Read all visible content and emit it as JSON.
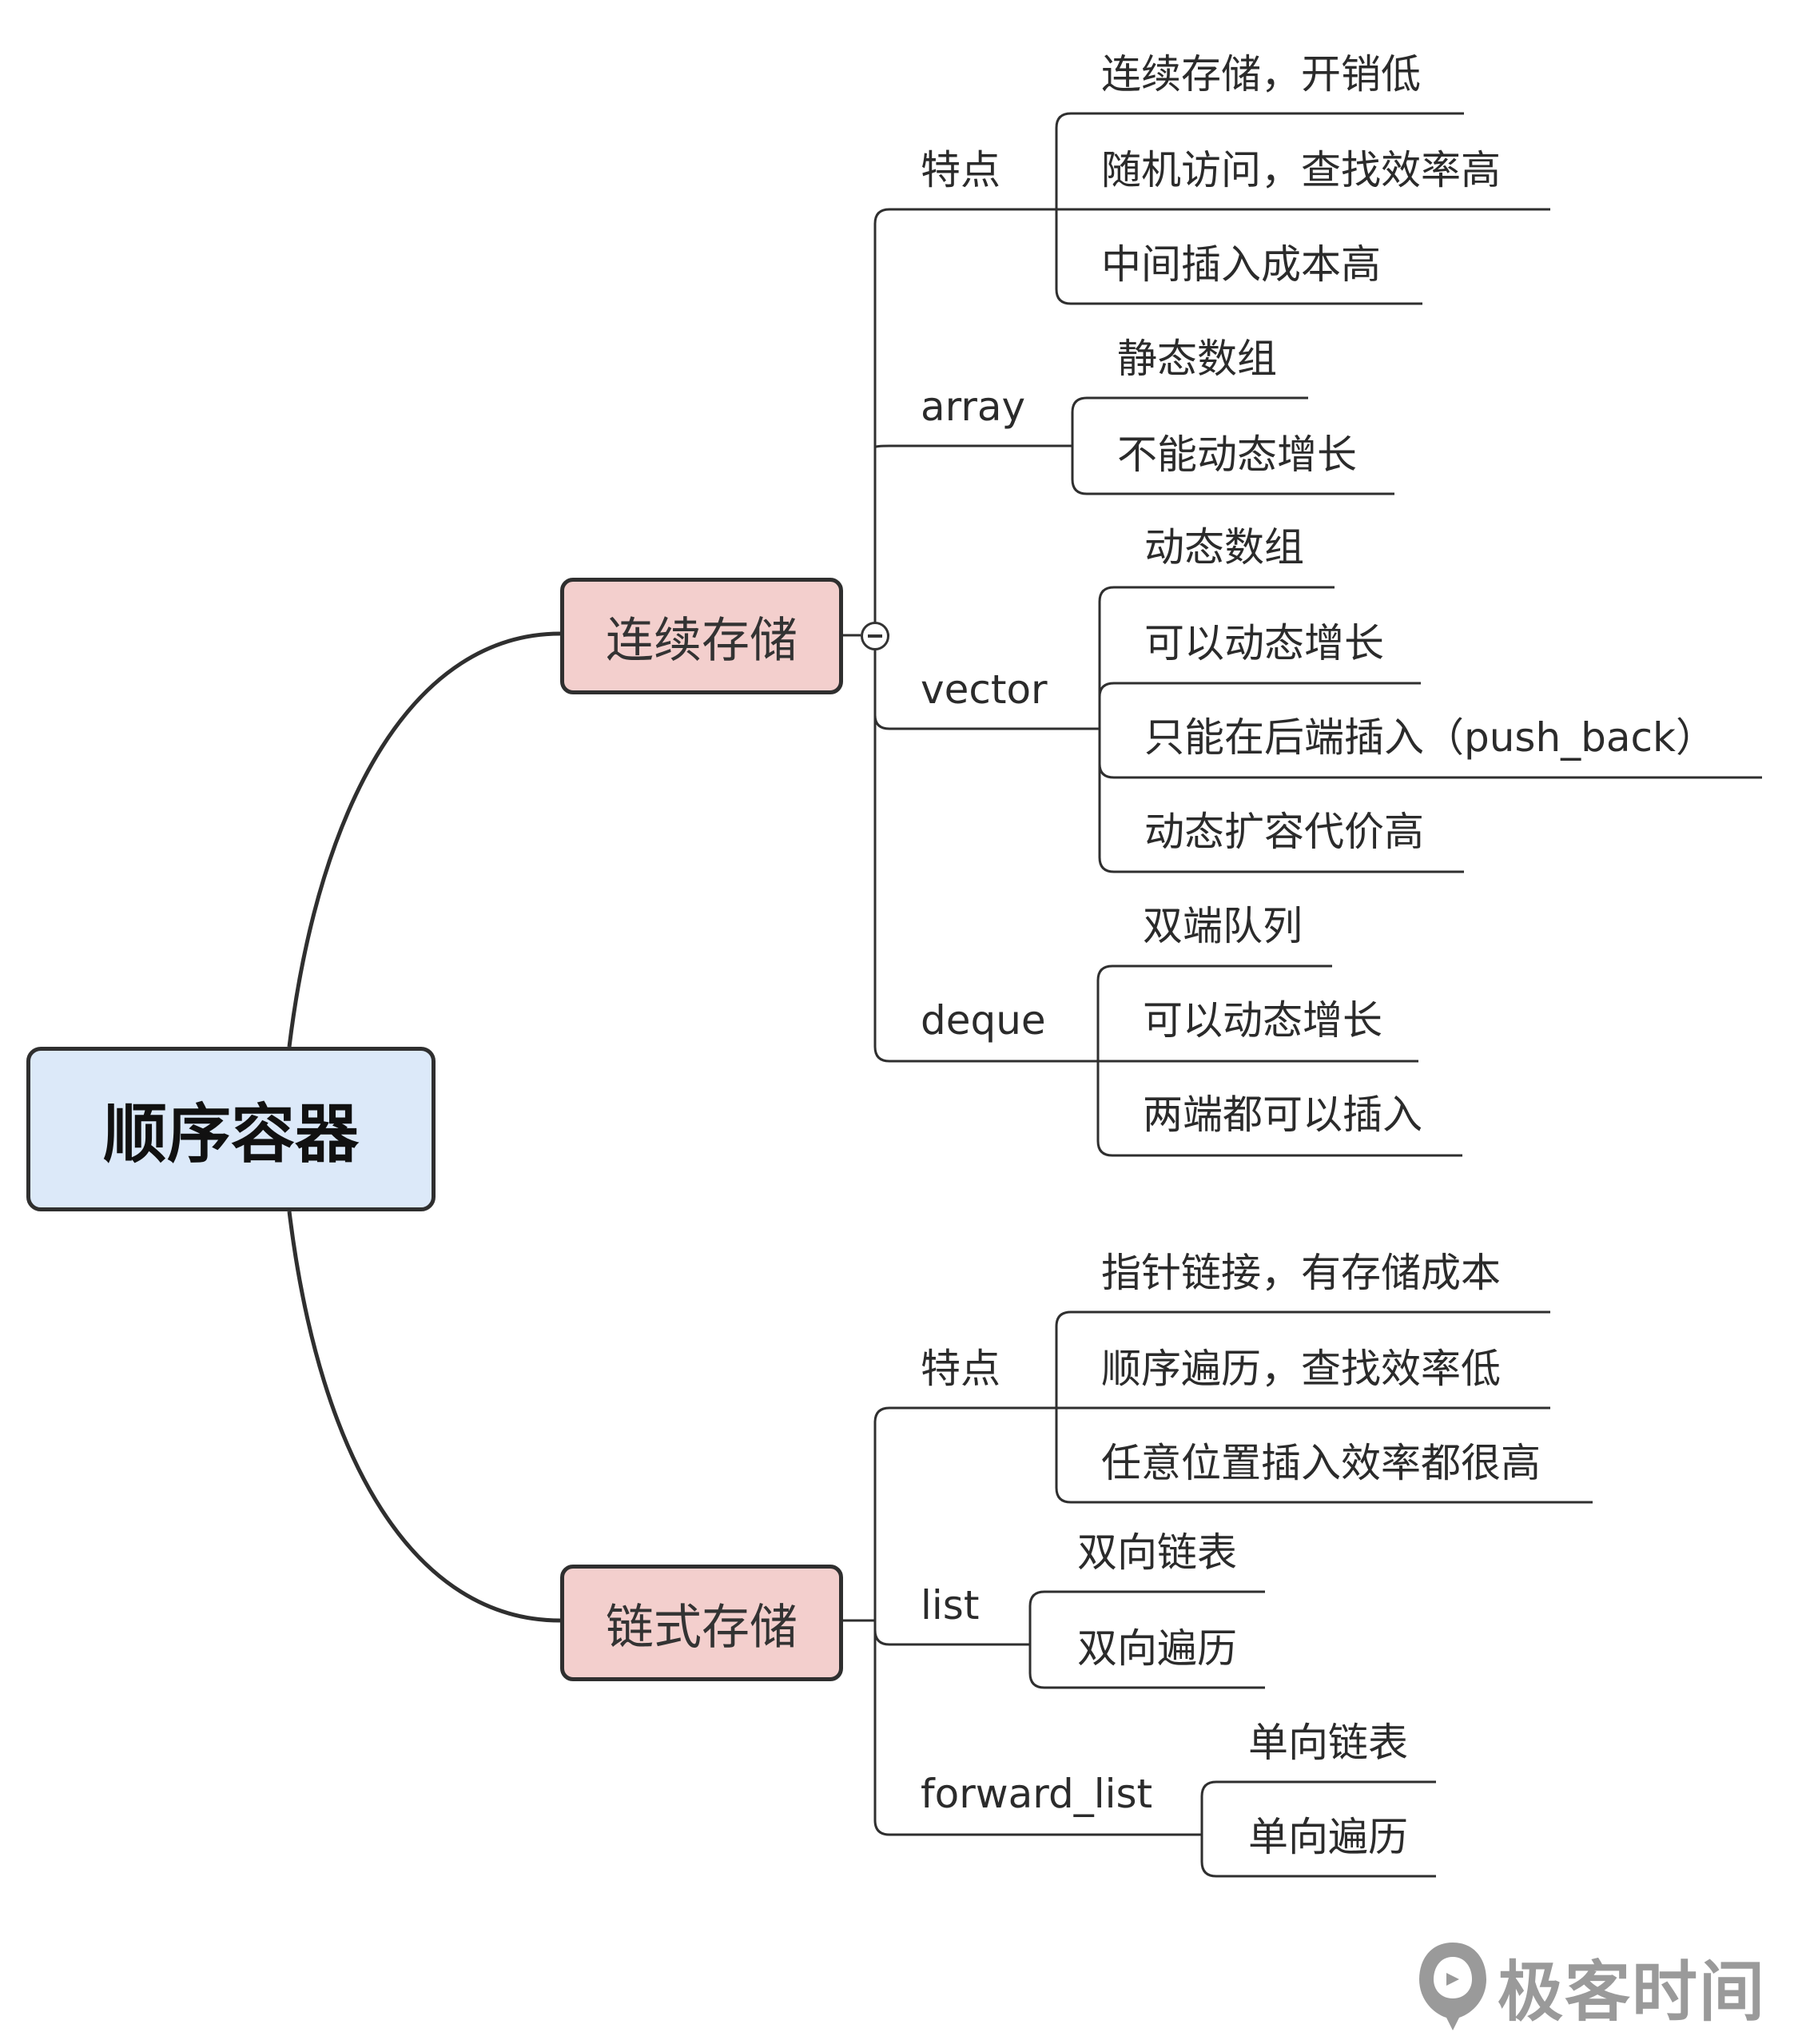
{
  "root": {
    "label": "顺序容器"
  },
  "branches": [
    {
      "label": "连续存储",
      "children": [
        {
          "label": "特点",
          "children": [
            "连续存储，开销低",
            "随机访问，查找效率高",
            "中间插入成本高"
          ]
        },
        {
          "label": "array",
          "children": [
            "静态数组",
            "不能动态增长"
          ]
        },
        {
          "label": "vector",
          "children": [
            "动态数组",
            "可以动态增长",
            "只能在后端插入（push_back）",
            "动态扩容代价高"
          ]
        },
        {
          "label": "deque",
          "children": [
            "双端队列",
            "可以动态增长",
            "两端都可以插入"
          ]
        }
      ]
    },
    {
      "label": "链式存储",
      "children": [
        {
          "label": "特点",
          "children": [
            "指针链接，有存储成本",
            "顺序遍历，查找效率低",
            "任意位置插入效率都很高"
          ]
        },
        {
          "label": "list",
          "children": [
            "双向链表",
            "双向遍历"
          ]
        },
        {
          "label": "forward_list",
          "children": [
            "单向链表",
            "单向遍历"
          ]
        }
      ]
    }
  ],
  "watermark": {
    "text": "极客时间",
    "icon": "geektime-logo-icon"
  },
  "colors": {
    "root_fill": "#dce9f9",
    "branch_fill": "#f3cfcd",
    "line": "#2f2f2f",
    "watermark": "#9a9a9a"
  }
}
